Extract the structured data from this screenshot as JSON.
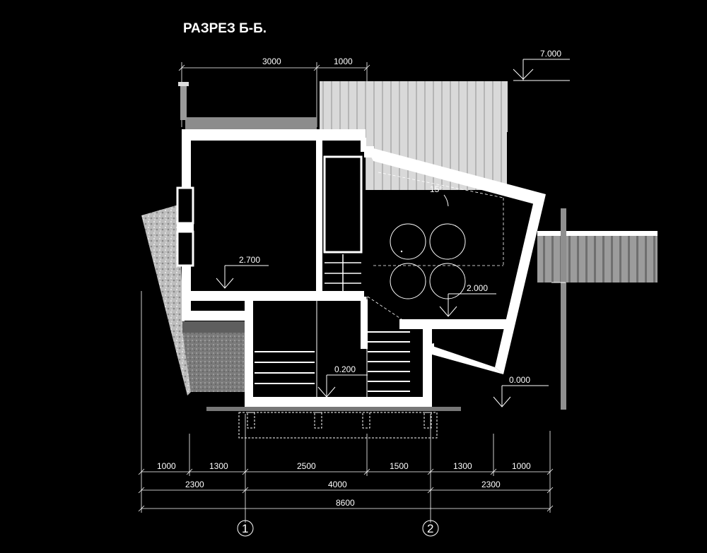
{
  "title": "РАЗРЕЗ Б-Б.",
  "top_dims": {
    "d1": "3000",
    "d2": "1000"
  },
  "levels": {
    "roof": "7.000",
    "floor2": "2.700",
    "mid": "2.000",
    "lower": "0.200",
    "ground": "0.000"
  },
  "angle": "15°",
  "bottom_dims": {
    "row1": [
      "1000",
      "1300",
      "2500",
      "1500",
      "1300",
      "1000"
    ],
    "row2": [
      "2300",
      "4000",
      "2300"
    ],
    "total": "8600"
  },
  "axes": [
    "1",
    "2"
  ],
  "colors": {
    "background": "#000000",
    "lines": "#ffffff",
    "facade": "#c8c8c8"
  }
}
